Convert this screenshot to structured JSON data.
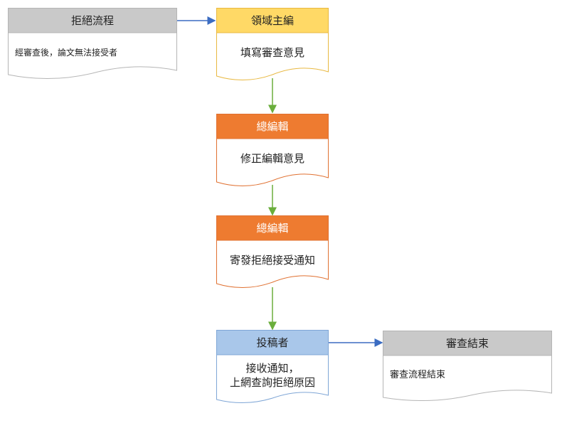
{
  "nodes": {
    "reject": {
      "title": "拒絕流程",
      "text": "經審查後，論文無法接受者"
    },
    "domain_editor": {
      "title": "領域主編",
      "text": "填寫審查意見"
    },
    "chief_editor_1": {
      "title": "總編輯",
      "text": "修正編輯意見"
    },
    "chief_editor_2": {
      "title": "總編輯",
      "text": "寄發拒絕接受通知"
    },
    "author": {
      "title": "投稿者",
      "text_line1": "接收通知，",
      "text_line2": "上網查詢拒絕原因"
    },
    "end": {
      "title": "審查結束",
      "text": "審查流程結束"
    }
  },
  "colors": {
    "gray_header": "#c9c9c9",
    "yellow_header": "#ffd966",
    "orange_header": "#ee7b30",
    "blue_header": "#a9c7ea",
    "blue_arrow": "#3b6cc2",
    "green_arrow": "#6aae3c"
  }
}
